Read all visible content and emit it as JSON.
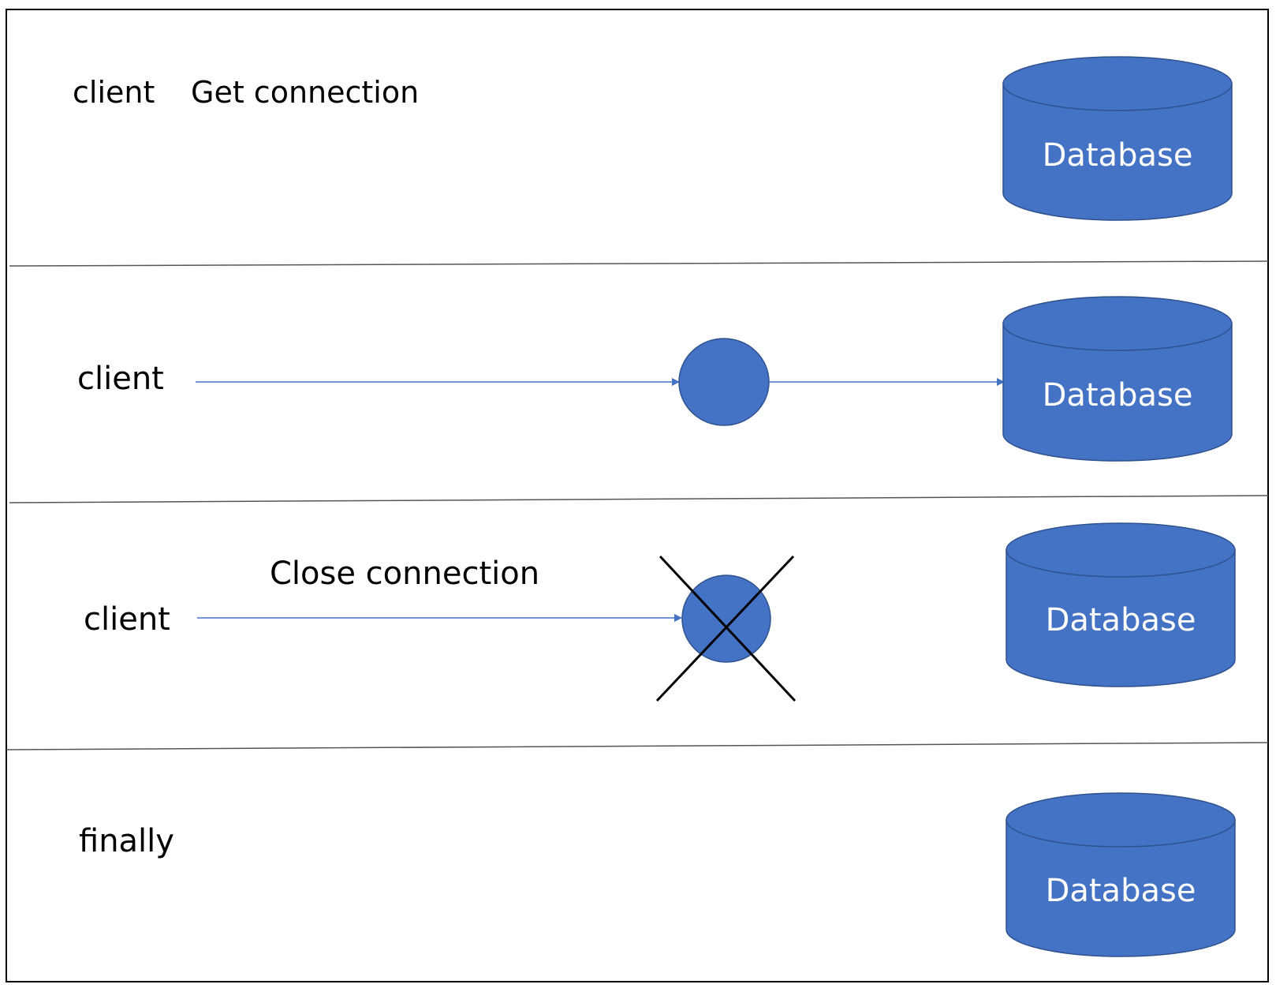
{
  "colors": {
    "shape_fill": "#4472C4",
    "shape_stroke": "#2F528F",
    "arrow": "#4472C4",
    "frame": "#000000",
    "divider": "#555555",
    "cross": "#000000",
    "text_dark": "#000000",
    "text_light": "#FFFFFF"
  },
  "panels": [
    {
      "left_label": "client",
      "step_label": "Get connection",
      "database_label": "Database"
    },
    {
      "left_label": "client",
      "database_label": "Database"
    },
    {
      "left_label": "client",
      "step_label": "Close connection",
      "database_label": "Database"
    },
    {
      "left_label": "finally",
      "database_label": "Database"
    }
  ]
}
